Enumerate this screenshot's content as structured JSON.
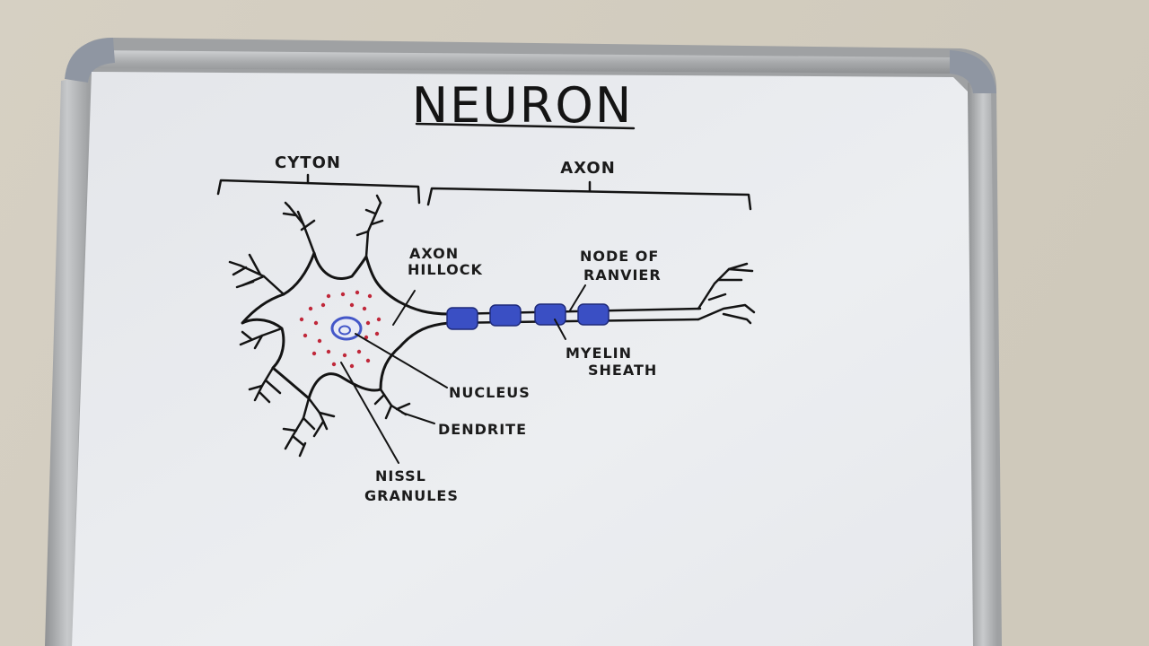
{
  "title": "NEURON",
  "sections": {
    "cyton": "CYTON",
    "axon": "AXON"
  },
  "labels": {
    "axon_hillock": [
      "AXON",
      "HILLOCK"
    ],
    "node_of_ranvier": [
      "NODE OF",
      "RANVIER"
    ],
    "myelin_sheath": [
      "MYELIN",
      "SHEATH"
    ],
    "nucleus": "NUCLEUS",
    "dendrite": "DENDRITE",
    "nissl_granules": [
      "NISSL",
      "GRANULES"
    ]
  },
  "colors": {
    "ink": "#141414",
    "myelin": "#3a4fc4",
    "nucleus": "#4457c8",
    "nissl": "#c0283a",
    "board": "#e9ebee",
    "frame": "#b7b9bb",
    "wall": "#d9d4c8"
  }
}
